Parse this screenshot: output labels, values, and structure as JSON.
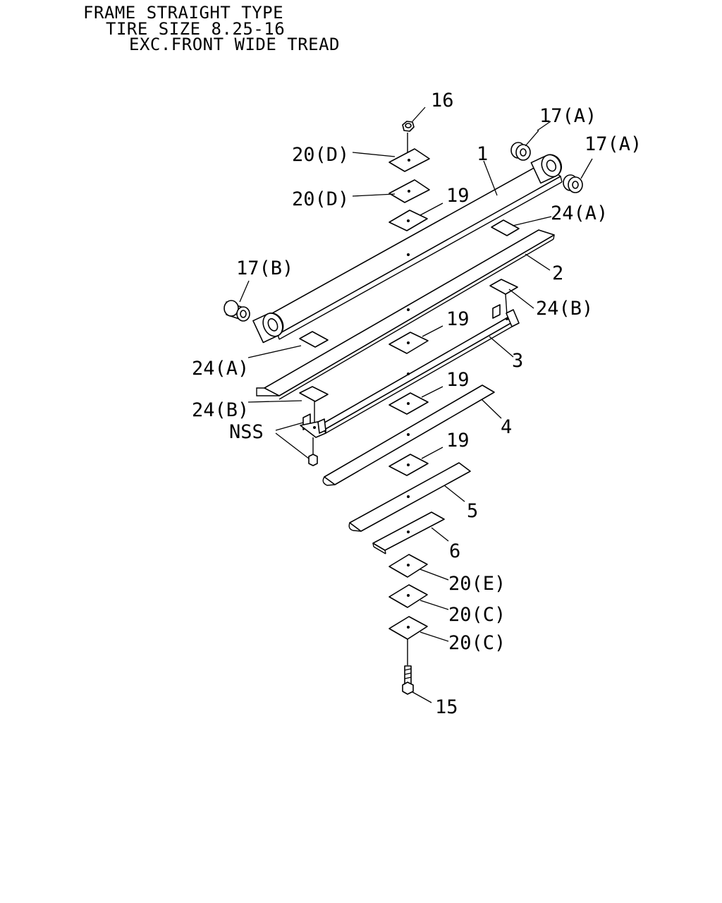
{
  "header": {
    "line1": "FRAME STRAIGHT TYPE",
    "line2": "TIRE SIZE 8.25-16",
    "line3": "EXC.FRONT WIDE TREAD"
  },
  "callouts": {
    "c16": "16",
    "c17a_1": "17(A)",
    "c17a_2": "17(A)",
    "c20d_1": "20(D)",
    "c1": "1",
    "c20d_2": "20(D)",
    "c19_1": "19",
    "c24a_1": "24(A)",
    "c17b": "17(B)",
    "c2": "2",
    "c24b_1": "24(B)",
    "c19_2": "19",
    "c3": "3",
    "c24a_2": "24(A)",
    "c19_3": "19",
    "c24b_2": "24(B)",
    "cnss": "NSS",
    "c4": "4",
    "c19_4": "19",
    "c5": "5",
    "c6": "6",
    "c20e": "20(E)",
    "c20c_1": "20(C)",
    "c20c_2": "20(C)",
    "c15": "15"
  }
}
